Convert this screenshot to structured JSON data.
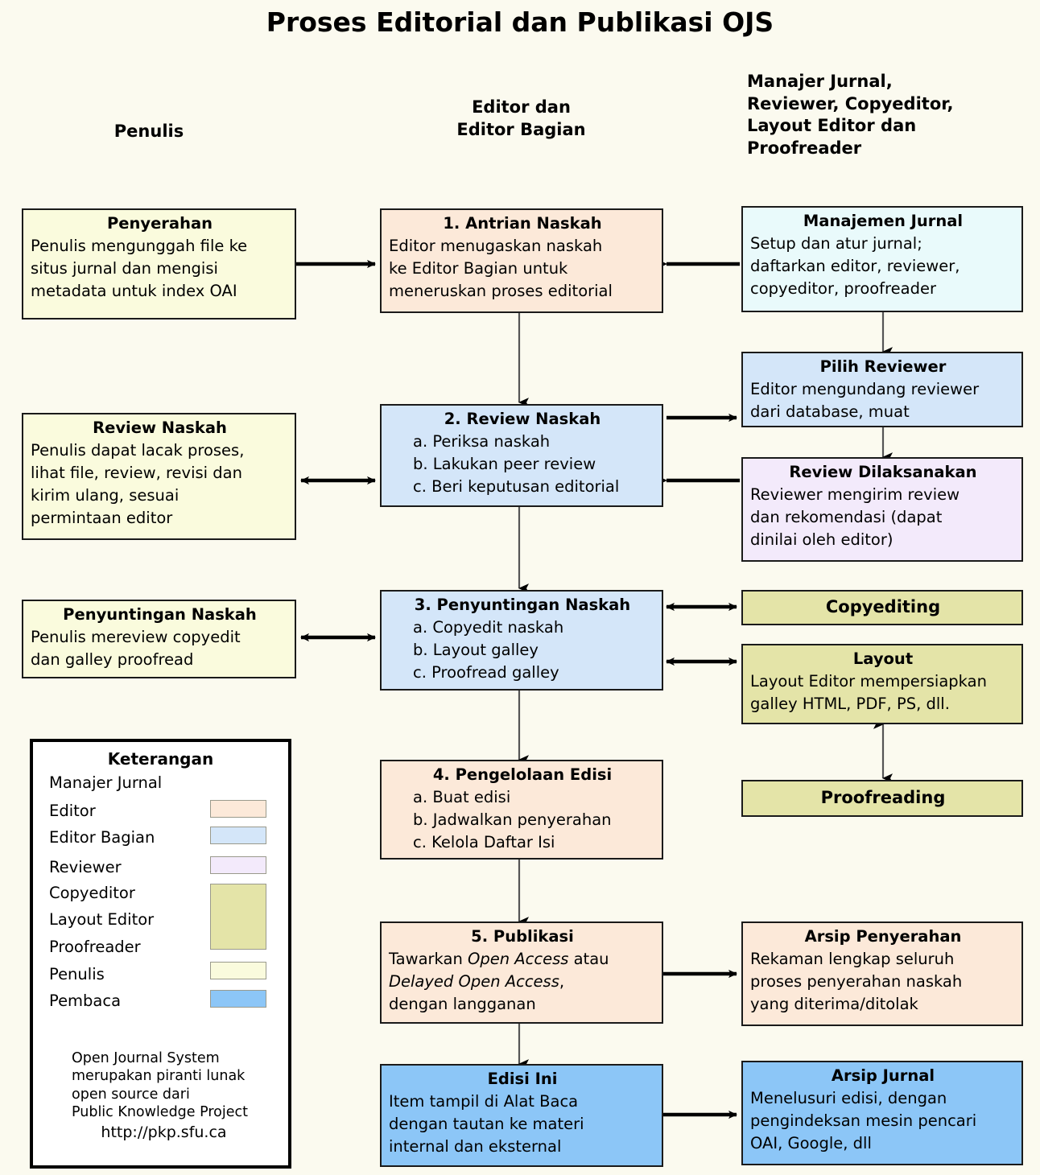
{
  "title": "Proses Editorial dan Publikasi OJS",
  "columns": [
    {
      "id": "penulis",
      "label": "Penulis"
    },
    {
      "id": "editor",
      "line1": "Editor dan",
      "line2": "Editor Bagian"
    },
    {
      "id": "lain",
      "line1": "Manajer Jurnal,",
      "line2": "Reviewer, Copyeditor,",
      "line3": "Layout Editor dan",
      "line4": "Proofreader"
    }
  ],
  "boxes": {
    "penyerahan": {
      "title": "Penyerahan",
      "l1": "Penulis mengunggah file ke",
      "l2": "situs jurnal dan mengisi",
      "l3": "metadata untuk index OAI",
      "role": "Penulis"
    },
    "antrian": {
      "title": "1. Antrian Naskah",
      "l1": "Editor menugaskan naskah",
      "l2": "ke Editor Bagian untuk",
      "l3": "meneruskan proses editorial",
      "role": "Editor"
    },
    "manajemen": {
      "title": "Manajemen Jurnal",
      "l1": "Setup dan atur jurnal;",
      "l2": "daftarkan editor, reviewer,",
      "l3": "copyeditor, proofreader",
      "role": "Manajer Jurnal"
    },
    "pilih_reviewer": {
      "title": "Pilih Reviewer",
      "l1": "Editor mengundang reviewer",
      "l2": "dari database, muat",
      "role": "Editor Bagian"
    },
    "review_naskah_penulis": {
      "title": "Review Naskah",
      "l1": "Penulis dapat lacak proses,",
      "l2": "lihat file, review, revisi dan",
      "l3": "kirim ulang, sesuai",
      "l4": "permintaan editor",
      "role": "Penulis"
    },
    "review_naskah": {
      "title": "2. Review Naskah",
      "l1": "a. Periksa naskah",
      "l2": "b. Lakukan peer review",
      "l3": "c. Beri keputusan editorial",
      "role": "Editor Bagian"
    },
    "review_dilaksanakan": {
      "title": "Review Dilaksanakan",
      "l1": "Reviewer mengirim review",
      "l2": "dan rekomendasi (dapat",
      "l3": "dinilai oleh editor)",
      "role": "Reviewer"
    },
    "penyuntingan_penulis": {
      "title": "Penyuntingan Naskah",
      "l1": "Penulis mereview copyedit",
      "l2": "dan galley proofread",
      "role": "Penulis"
    },
    "penyuntingan": {
      "title": "3. Penyuntingan Naskah",
      "l1": "a. Copyedit naskah",
      "l2": "b. Layout galley",
      "l3": "c. Proofread galley",
      "role": "Editor Bagian"
    },
    "copyediting": {
      "title": "Copyediting",
      "role": "Copyeditor"
    },
    "layout": {
      "title": "Layout",
      "l1": "Layout Editor mempersiapkan",
      "l2": "galley HTML, PDF, PS, dll.",
      "role": "Layout Editor"
    },
    "proofreading": {
      "title": "Proofreading",
      "role": "Proofreader"
    },
    "pengelolaan": {
      "title": "4. Pengelolaan Edisi",
      "l1": "a. Buat edisi",
      "l2": "b. Jadwalkan penyerahan",
      "l3": "c. Kelola Daftar Isi",
      "role": "Editor"
    },
    "publikasi": {
      "title": "5. Publikasi",
      "l1_a": "Tawarkan ",
      "l1_i": "Open Access",
      "l1_b": " atau",
      "l2_i": "Delayed Open Access",
      "l2_b": ",",
      "l3": "dengan langganan",
      "role": "Editor"
    },
    "arsip_penyerahan": {
      "title": "Arsip Penyerahan",
      "l1": "Rekaman lengkap seluruh",
      "l2": "proses penyerahan naskah",
      "l3": "yang diterima/ditolak",
      "role": "Editor"
    },
    "edisi_ini": {
      "title": "Edisi Ini",
      "l1": "Item tampil di Alat Baca",
      "l2": "dengan tautan ke materi",
      "l3": "internal dan eksternal",
      "role": "Pembaca"
    },
    "arsip_jurnal": {
      "title": "Arsip Jurnal",
      "l1": "Menelusuri edisi, dengan",
      "l2": "pengindeksan mesin pencari",
      "l3": "OAI, Google, dll",
      "role": "Pembaca"
    }
  },
  "legend": {
    "title": "Keterangan",
    "items": [
      {
        "label": "Manajer Jurnal",
        "color": "#e9fafb"
      },
      {
        "label": "Editor",
        "color": "#fce9d9"
      },
      {
        "label": "Editor Bagian",
        "color": "#d4e6f9"
      },
      {
        "label": "Reviewer",
        "color": "#f3eafb"
      },
      {
        "label": "Copyeditor",
        "color": "#e4e4a8"
      },
      {
        "label": "Layout Editor",
        "color": "#e4e4a8"
      },
      {
        "label": "Proofreader",
        "color": "#e4e4a8"
      },
      {
        "label": "Penulis",
        "color": "#fafbdd"
      },
      {
        "label": "Pembaca",
        "color": "#8cc6f7"
      }
    ],
    "note_l1": "Open Journal System",
    "note_l2": "merupakan piranti lunak",
    "note_l3": "open source dari",
    "note_l4": "Public Knowledge Project",
    "url": "http://pkp.sfu.ca"
  },
  "colors": {
    "background": "#fbfaef",
    "border": "#1a1a1a",
    "arrow_horizontal": "#000000",
    "arrow_vertical": "#555555"
  }
}
